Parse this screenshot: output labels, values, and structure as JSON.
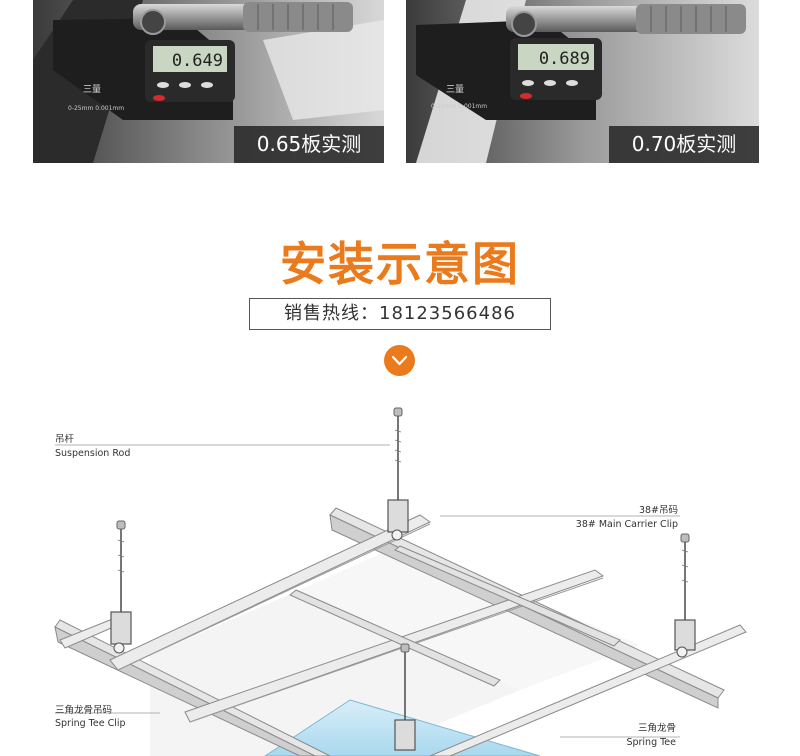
{
  "photos": [
    {
      "caption": "0.65板实测",
      "reading": "0.649",
      "brand": "三量",
      "range_text": "0-25mm  0.001mm"
    },
    {
      "caption": "0.70板实测",
      "reading": "0.689",
      "brand": "三量",
      "range_text": "0-25mm  0.001mm"
    }
  ],
  "section": {
    "title": "安装示意图",
    "hotline": "销售热线：18123566486"
  },
  "diagram": {
    "labels": {
      "suspension_rod_cn": "吊杆",
      "suspension_rod_en": "Suspension Rod",
      "main_clip_cn": "38#吊码",
      "main_clip_en": "38# Main Carrier Clip",
      "tee_clip_cn": "三角龙骨吊码",
      "tee_clip_en": "Spring Tee Clip",
      "tee_cn": "三角龙骨",
      "tee_en": "Spring Tee"
    }
  },
  "colors": {
    "accent": "#ea7a1c",
    "caption_bg": "#282828",
    "panel_blue": "#bfe3f3"
  }
}
